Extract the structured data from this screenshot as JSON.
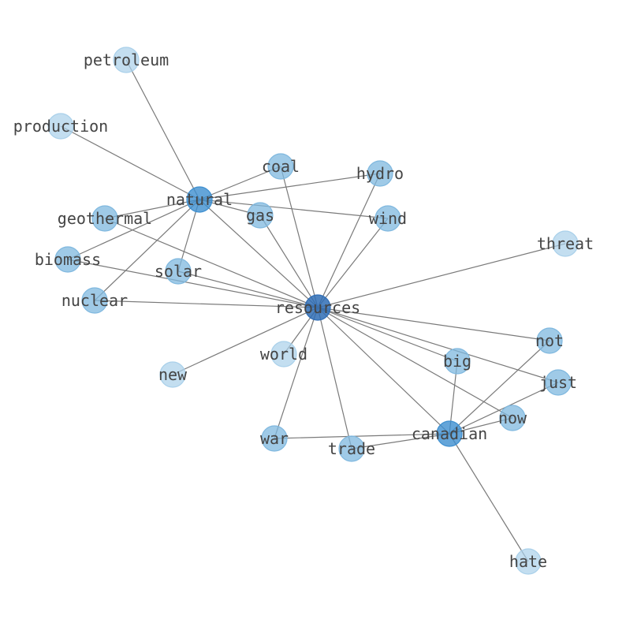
{
  "colors": {
    "edge": "#7a7a7a",
    "label": "#444444",
    "tier_hub": "#2f6db5",
    "tier_mid": "#3d8fd0",
    "tier_mid_light": "#7fb8df",
    "tier_light": "#a9d0ea"
  },
  "nodes": [
    {
      "id": "resources",
      "label": "resources",
      "tier": "hub"
    },
    {
      "id": "natural",
      "label": "natural",
      "tier": "mid"
    },
    {
      "id": "canadian",
      "label": "canadian",
      "tier": "mid"
    },
    {
      "id": "petroleum",
      "label": "petroleum",
      "tier": "light"
    },
    {
      "id": "production",
      "label": "production",
      "tier": "light"
    },
    {
      "id": "coal",
      "label": "coal",
      "tier": "mid_light"
    },
    {
      "id": "hydro",
      "label": "hydro",
      "tier": "mid_light"
    },
    {
      "id": "geothermal",
      "label": "geothermal",
      "tier": "mid_light"
    },
    {
      "id": "gas",
      "label": "gas",
      "tier": "mid_light"
    },
    {
      "id": "wind",
      "label": "wind",
      "tier": "mid_light"
    },
    {
      "id": "threat",
      "label": "threat",
      "tier": "light"
    },
    {
      "id": "biomass",
      "label": "biomass",
      "tier": "mid_light"
    },
    {
      "id": "solar",
      "label": "solar",
      "tier": "mid_light"
    },
    {
      "id": "nuclear",
      "label": "nuclear",
      "tier": "mid_light"
    },
    {
      "id": "not",
      "label": "not",
      "tier": "mid_light"
    },
    {
      "id": "world",
      "label": "world",
      "tier": "light"
    },
    {
      "id": "big",
      "label": "big",
      "tier": "mid_light"
    },
    {
      "id": "new",
      "label": "new",
      "tier": "light"
    },
    {
      "id": "just",
      "label": "just",
      "tier": "mid_light"
    },
    {
      "id": "now",
      "label": "now",
      "tier": "mid_light"
    },
    {
      "id": "war",
      "label": "war",
      "tier": "mid_light"
    },
    {
      "id": "trade",
      "label": "trade",
      "tier": "mid_light"
    },
    {
      "id": "hate",
      "label": "hate",
      "tier": "light"
    }
  ],
  "edges": [
    [
      "natural",
      "petroleum"
    ],
    [
      "natural",
      "production"
    ],
    [
      "natural",
      "coal"
    ],
    [
      "natural",
      "hydro"
    ],
    [
      "natural",
      "wind"
    ],
    [
      "natural",
      "gas"
    ],
    [
      "natural",
      "geothermal"
    ],
    [
      "natural",
      "biomass"
    ],
    [
      "natural",
      "solar"
    ],
    [
      "natural",
      "nuclear"
    ],
    [
      "natural",
      "resources"
    ],
    [
      "resources",
      "coal"
    ],
    [
      "resources",
      "hydro"
    ],
    [
      "resources",
      "wind"
    ],
    [
      "resources",
      "gas"
    ],
    [
      "resources",
      "geothermal"
    ],
    [
      "resources",
      "biomass"
    ],
    [
      "resources",
      "solar"
    ],
    [
      "resources",
      "nuclear"
    ],
    [
      "resources",
      "threat"
    ],
    [
      "resources",
      "not"
    ],
    [
      "resources",
      "big"
    ],
    [
      "resources",
      "just"
    ],
    [
      "resources",
      "now"
    ],
    [
      "resources",
      "world"
    ],
    [
      "resources",
      "new"
    ],
    [
      "resources",
      "war"
    ],
    [
      "resources",
      "trade"
    ],
    [
      "resources",
      "canadian"
    ],
    [
      "canadian",
      "big"
    ],
    [
      "canadian",
      "not"
    ],
    [
      "canadian",
      "just"
    ],
    [
      "canadian",
      "now"
    ],
    [
      "canadian",
      "war"
    ],
    [
      "canadian",
      "trade"
    ],
    [
      "canadian",
      "hate"
    ]
  ]
}
